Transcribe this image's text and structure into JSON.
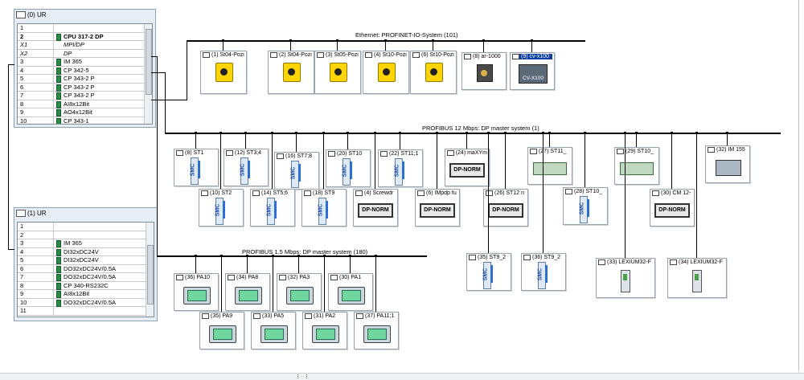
{
  "rack0": {
    "title": "(0) UR",
    "rows": [
      {
        "slot": "1",
        "module": ""
      },
      {
        "slot": "2",
        "module": "CPU 317-2 DP",
        "bold": true
      },
      {
        "slot": "X1",
        "module": "MPI/DP",
        "italic": true
      },
      {
        "slot": "X2",
        "module": "DP",
        "italic": true
      },
      {
        "slot": "3",
        "module": "IM 365"
      },
      {
        "slot": "4",
        "module": "CP 342-5"
      },
      {
        "slot": "5",
        "module": "CP 343-2 P"
      },
      {
        "slot": "6",
        "module": "CP 343-2 P"
      },
      {
        "slot": "7",
        "module": "CP 343-2 P"
      },
      {
        "slot": "8",
        "module": "AI8x12Bit"
      },
      {
        "slot": "9",
        "module": "AO4x12Bit"
      },
      {
        "slot": "10",
        "module": "CP 343-1"
      }
    ]
  },
  "rack1": {
    "title": "(1) UR",
    "rows": [
      {
        "slot": "1",
        "module": ""
      },
      {
        "slot": "2",
        "module": ""
      },
      {
        "slot": "3",
        "module": "IM 365"
      },
      {
        "slot": "4",
        "module": "DI32xDC24V"
      },
      {
        "slot": "5",
        "module": "DI32xDC24V"
      },
      {
        "slot": "6",
        "module": "DO32xDC24V/0.5A"
      },
      {
        "slot": "7",
        "module": "DO32xDC24V/0.5A"
      },
      {
        "slot": "8",
        "module": "CP 340-RS232C"
      },
      {
        "slot": "9",
        "module": "AI8x12Bit"
      },
      {
        "slot": "10",
        "module": "DO32xDC24V/0.5A"
      },
      {
        "slot": "11",
        "module": ""
      }
    ]
  },
  "buses": {
    "ethernet": "Ethernet: PROFINET-IO-System (101)",
    "profibus12": "PROFIBUS 12 Mbps: DP master system (1)",
    "profibus15": "PROFIBUS 1.5 Mbps: DP master system (180)"
  },
  "ethernet_devices": [
    {
      "label": "(1) St04-Pozi"
    },
    {
      "label": "(2) St04-Pozi"
    },
    {
      "label": "(3) St05-Pozi"
    },
    {
      "label": "(4) St10-Pozi"
    },
    {
      "label": "(6) St10-Pozi"
    },
    {
      "label": "(8) ar-1000"
    },
    {
      "label": "(9) cv-x100",
      "sublabel": "CV-X100"
    }
  ],
  "profibus12_devices": [
    {
      "label": "(8) ST1"
    },
    {
      "label": "(12) ST3;4"
    },
    {
      "label": "(16) ST7;8"
    },
    {
      "label": "(20) ST10"
    },
    {
      "label": "(22) ST11;1"
    },
    {
      "label": "(24) maXYm"
    },
    {
      "label": "(27) ST11_"
    },
    {
      "label": "(29) ST10_"
    },
    {
      "label": "(32) IM 155"
    },
    {
      "label": "(10) ST2"
    },
    {
      "label": "(14) ST5;6"
    },
    {
      "label": "(18) ST9"
    },
    {
      "label": "(4) Screwdr"
    },
    {
      "label": "(6) IMpdp fu"
    },
    {
      "label": "(26) ST12 n"
    },
    {
      "label": "(28) ST10_"
    },
    {
      "label": "(30) CM 12-"
    },
    {
      "label": "(35) ST9_2"
    },
    {
      "label": "(36) ST9_2"
    },
    {
      "label": "(33) LEXIUM32-F"
    },
    {
      "label": "(34) LEXIUM32-F"
    }
  ],
  "profibus15_devices": [
    {
      "label": "(36) PA10"
    },
    {
      "label": "(34) PA8"
    },
    {
      "label": "(32) PA3"
    },
    {
      "label": "(30) PA1"
    },
    {
      "label": "(35) PA9"
    },
    {
      "label": "(33) PA5"
    },
    {
      "label": "(31) PA2"
    },
    {
      "label": "(37) PA11;1"
    }
  ],
  "icon_text": {
    "dpnorm": "DP-NORM",
    "smc": "SMC"
  },
  "colors": {
    "selection": "#0a3ea0",
    "module_green": "#2d8a4a",
    "camera_yellow": "#ffd400"
  }
}
